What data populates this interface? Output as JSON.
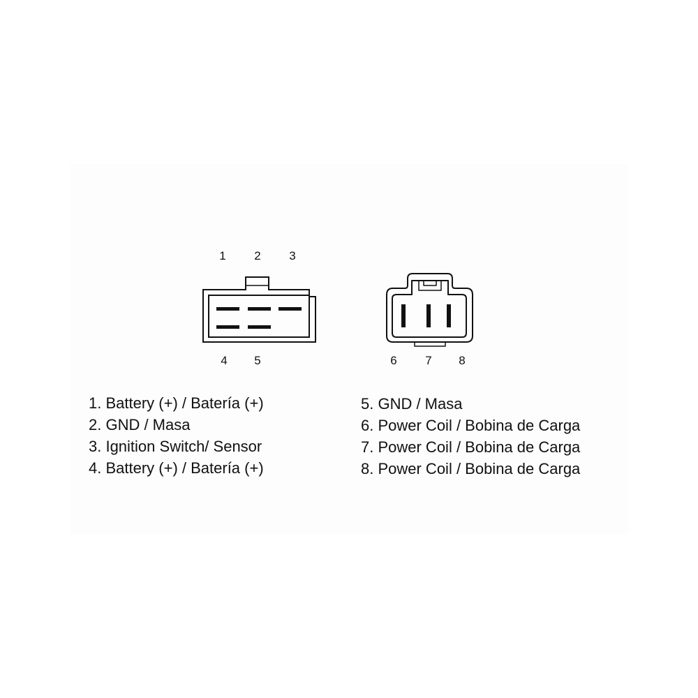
{
  "colors": {
    "line": "#111111",
    "background": "#ffffff",
    "panel": "#fdfdfd"
  },
  "connector_left": {
    "top_pin_labels": [
      "1",
      "2",
      "3"
    ],
    "bottom_pin_labels": [
      "4",
      "5"
    ]
  },
  "connector_right": {
    "pin_labels": [
      "6",
      "7",
      "8"
    ]
  },
  "legend_left": [
    "1. Battery (+) / Batería (+)",
    "2. GND / Masa",
    "3. Ignition Switch/ Sensor",
    "4. Battery (+) / Batería (+)"
  ],
  "legend_right": [
    "5. GND / Masa",
    "6. Power Coil / Bobina de Carga",
    "7. Power Coil / Bobina de Carga",
    "8. Power Coil / Bobina de Carga"
  ]
}
